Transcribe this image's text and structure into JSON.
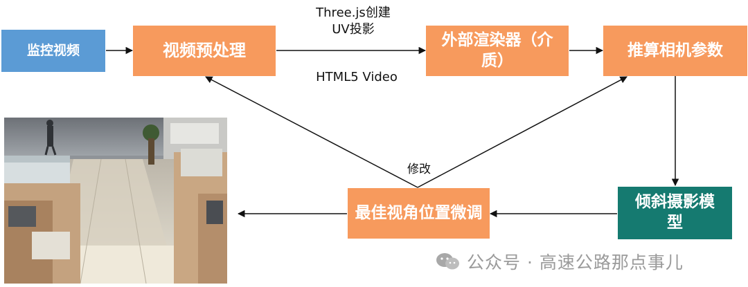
{
  "nodes": {
    "monitor": "监控视频",
    "preprocess": "视频预处理",
    "renderer": "外部渲染器（介质）",
    "camera_params": "推算相机参数",
    "oblique_model": "倾斜摄影模型",
    "finetune": "最佳视角位置微调"
  },
  "edge_labels": {
    "threejs_top": "Three.js创建",
    "threejs_bottom": "UV投影",
    "html5": "HTML5 Video",
    "modify": "修改"
  },
  "watermark": "公众号 · 高速公路那点事儿",
  "colors": {
    "orange": "#f79a5d",
    "blue": "#5b9bd5",
    "teal": "#157a70"
  }
}
